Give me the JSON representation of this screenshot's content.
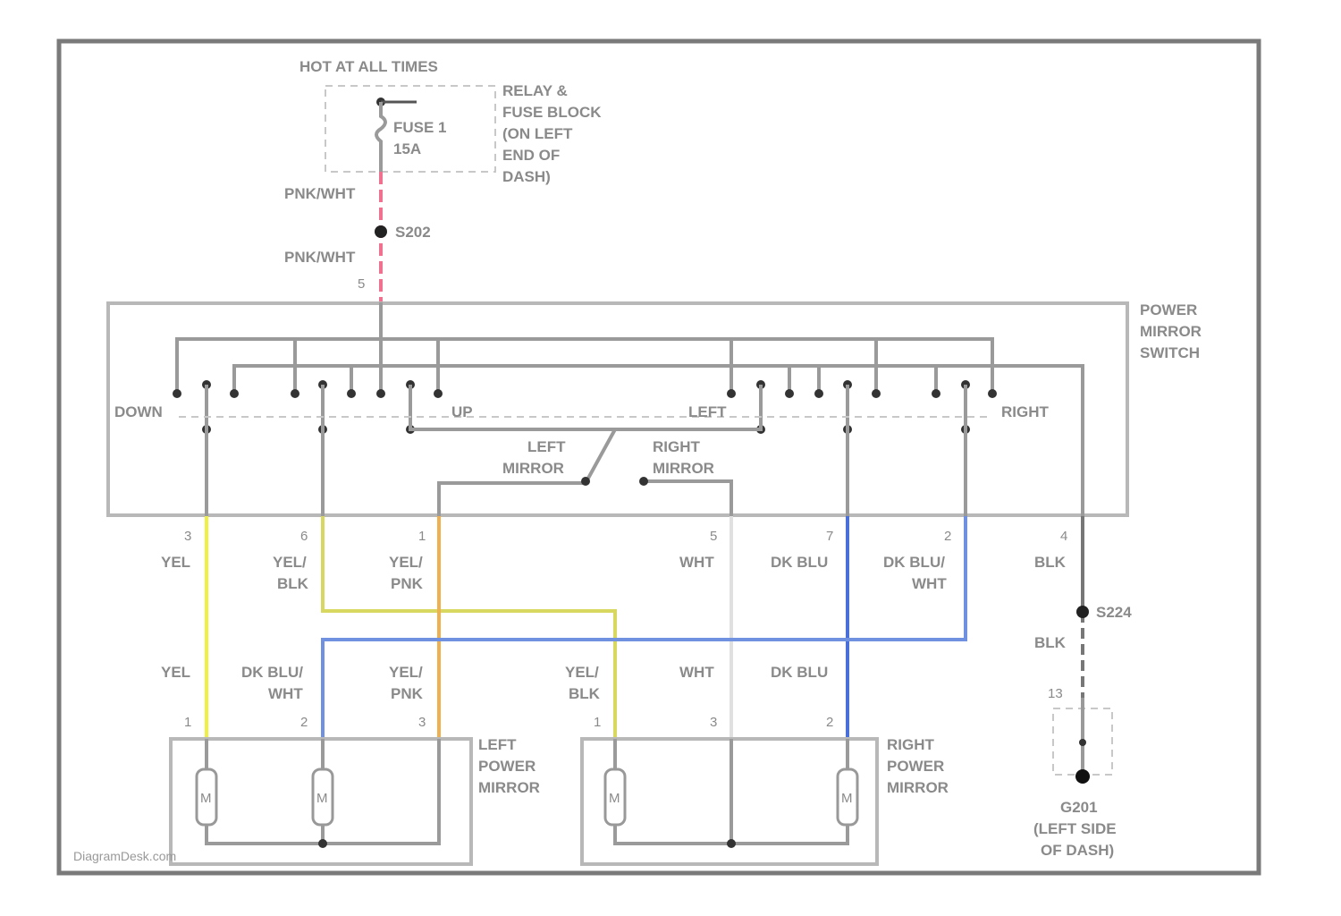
{
  "source": {
    "label": "HOT AT ALL TIMES",
    "fuse_block": [
      "RELAY &",
      "FUSE BLOCK",
      "(ON LEFT",
      "END OF",
      "DASH)"
    ],
    "fuse": [
      "FUSE 1",
      "15A"
    ]
  },
  "feed_wire": {
    "upper": "PNK/WHT",
    "splice": "S202",
    "lower": "PNK/WHT",
    "pin": "5"
  },
  "switch": {
    "name": [
      "POWER",
      "MIRROR",
      "SWITCH"
    ],
    "positions": [
      "DOWN",
      "UP",
      "LEFT",
      "RIGHT"
    ],
    "selector": {
      "left": [
        "LEFT",
        "MIRROR"
      ],
      "right": [
        "RIGHT",
        "MIRROR"
      ]
    }
  },
  "switch_pins": [
    "3",
    "6",
    "1",
    "5",
    "7",
    "2",
    "4"
  ],
  "upper_wires": [
    [
      "YEL"
    ],
    [
      "YEL/",
      "BLK"
    ],
    [
      "YEL/",
      "PNK"
    ],
    [
      "WHT"
    ],
    [
      "DK BLU"
    ],
    [
      "DK BLU/",
      "WHT"
    ],
    [
      "BLK"
    ]
  ],
  "lower_wires": [
    [
      "YEL"
    ],
    [
      "DK BLU/",
      "WHT"
    ],
    [
      "YEL/",
      "PNK"
    ],
    [
      "YEL/",
      "BLK"
    ],
    [
      "WHT"
    ],
    [
      "DK BLU"
    ]
  ],
  "ground": {
    "splice": "S224",
    "wire": "BLK",
    "pin": "13",
    "label": [
      "G201",
      "(LEFT SIDE",
      "OF DASH)"
    ]
  },
  "left_mirror": {
    "name": [
      "LEFT",
      "POWER",
      "MIRROR"
    ],
    "pins": [
      "1",
      "2",
      "3"
    ],
    "motor": "M"
  },
  "right_mirror": {
    "name": [
      "RIGHT",
      "POWER",
      "MIRROR"
    ],
    "pins": [
      "1",
      "3",
      "2"
    ],
    "motor": "M"
  },
  "watermark": "DiagramDesk.com",
  "colors": {
    "yellow": "#f0f040",
    "yellow_black": "#d8d860",
    "orange": "#f0b050",
    "white": "#e0e0e0",
    "blue": "#4a6fd8",
    "blue_white": "#7090e0",
    "pink": "#f07090",
    "gray": "#9a9a9a"
  }
}
